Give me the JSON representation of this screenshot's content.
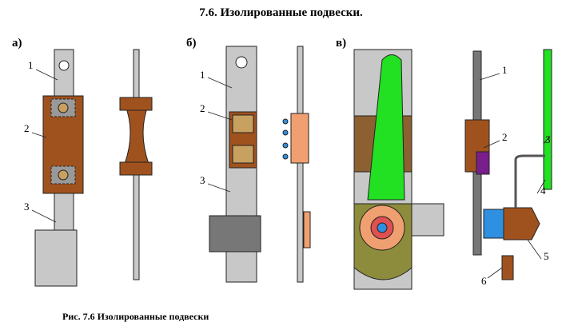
{
  "title": "7.6. Изолированные подвески.",
  "variants": {
    "a": "а)",
    "b": "б)",
    "c": "в)"
  },
  "callouts": {
    "a": [
      "1",
      "2",
      "3"
    ],
    "b": [
      "1",
      "2",
      "3"
    ],
    "c": [
      "1",
      "2",
      "3",
      "4",
      "5",
      "6"
    ]
  },
  "caption": "Рис. 7.6  Изолированные подвески",
  "colors": {
    "steel": "#c8c8c8",
    "insulator_brown": "#a0521e",
    "lever_green": "#22e022",
    "olive": "#8c8c3c",
    "blue": "#2f8fe0",
    "purple": "#7a1e8c",
    "pink": "#f0a070"
  }
}
